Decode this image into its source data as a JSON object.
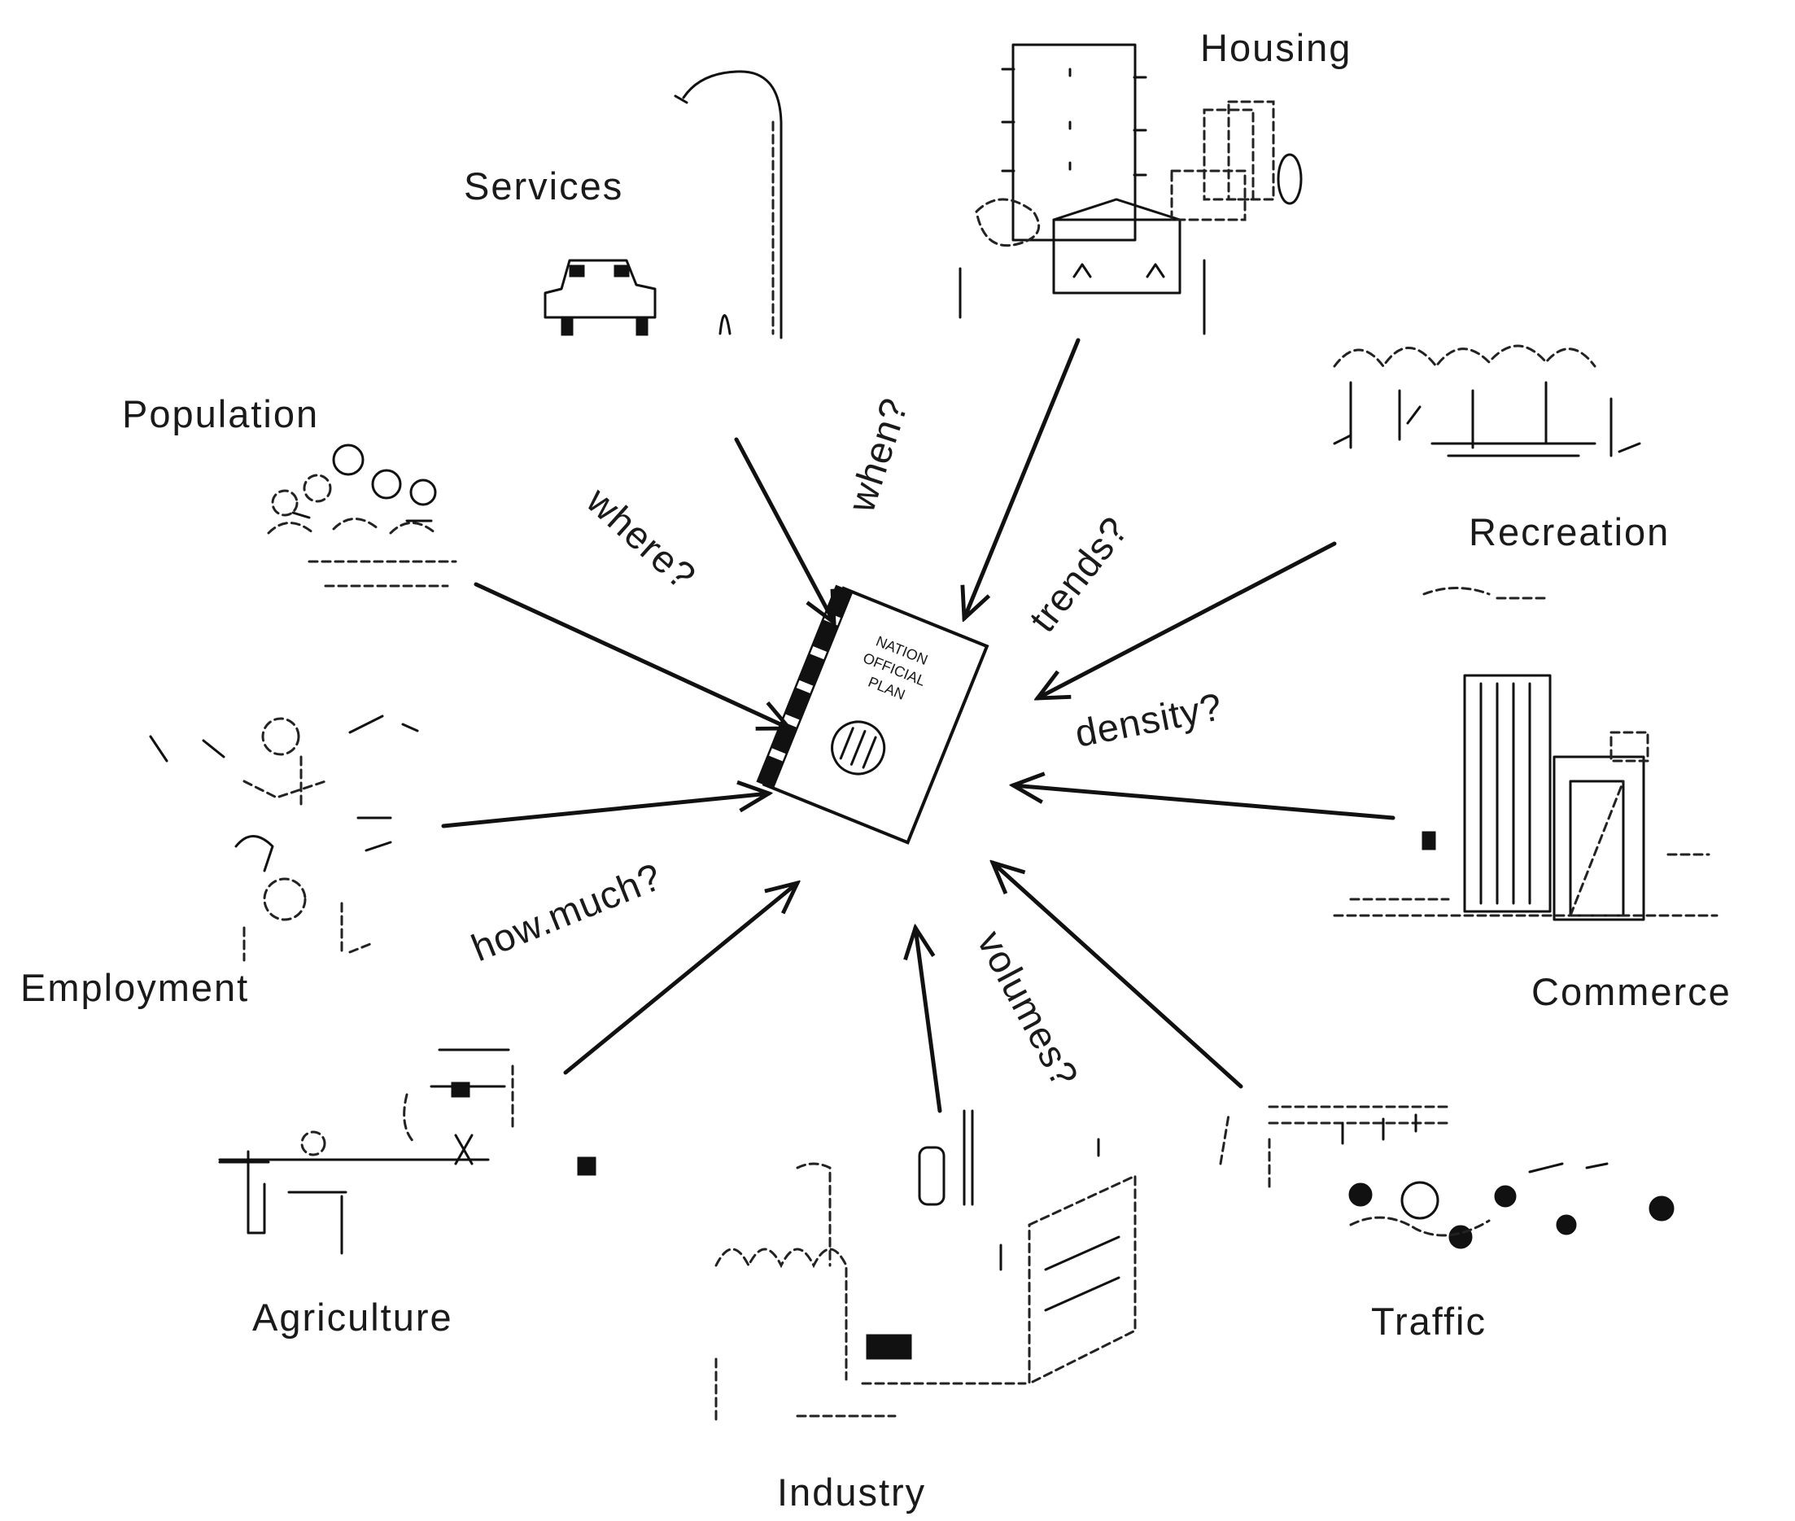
{
  "center": {
    "book_title_lines": [
      "NATION",
      "OFFICIAL",
      "PLAN"
    ]
  },
  "topics": [
    {
      "key": "housing",
      "label": "Housing",
      "icon": "apartment-building-icon"
    },
    {
      "key": "services",
      "label": "Services",
      "icon": "street-lamp-and-car-icon"
    },
    {
      "key": "population",
      "label": "Population",
      "icon": "people-group-icon"
    },
    {
      "key": "recreation",
      "label": "Recreation",
      "icon": "park-trees-icon"
    },
    {
      "key": "commerce",
      "label": "Commerce",
      "icon": "office-tower-icon"
    },
    {
      "key": "employment",
      "label": "Employment",
      "icon": "workers-icon"
    },
    {
      "key": "agriculture",
      "label": "Agriculture",
      "icon": "farm-tractor-icon"
    },
    {
      "key": "industry",
      "label": "Industry",
      "icon": "factory-chimneys-icon"
    },
    {
      "key": "traffic",
      "label": "Traffic",
      "icon": "cars-traffic-icon"
    }
  ],
  "questions": {
    "when": "when?",
    "where": "where?",
    "trends": "trends?",
    "density": "density?",
    "how_much": "how.much?",
    "volumes": "volumes?"
  }
}
